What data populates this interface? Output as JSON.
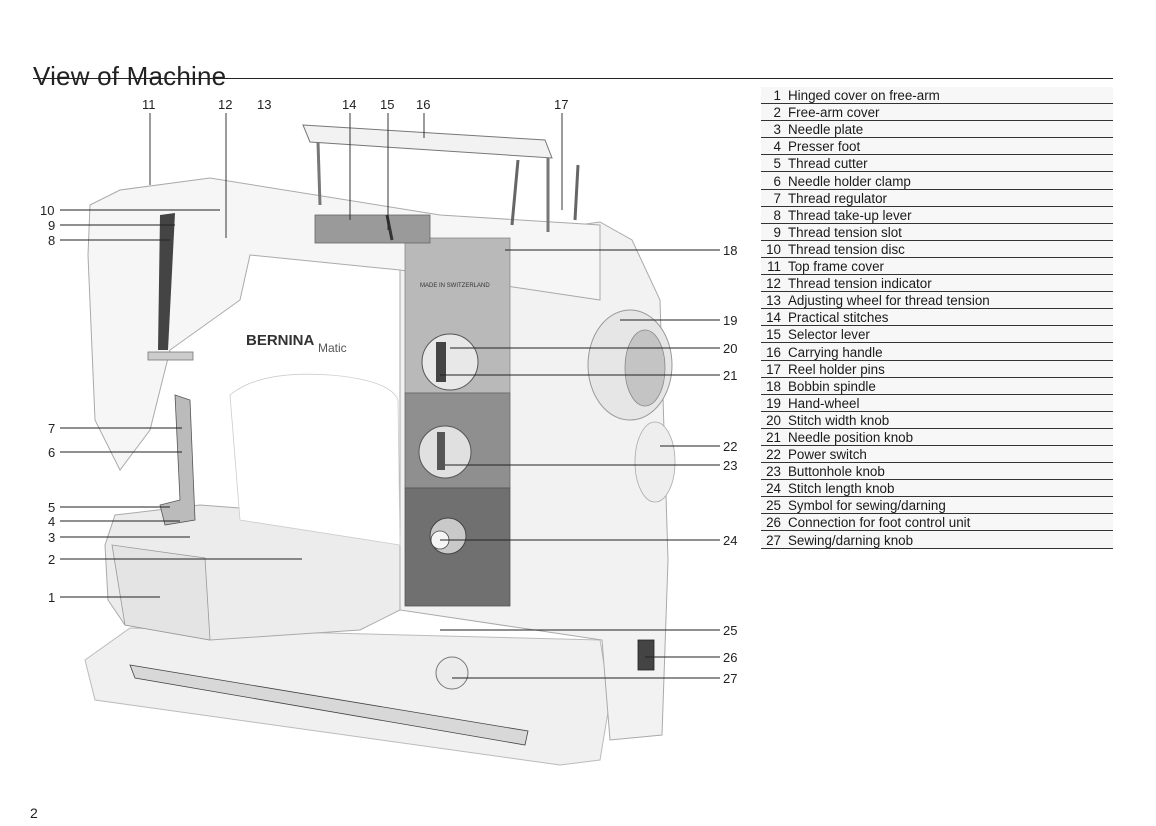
{
  "page": {
    "title": "View of Machine",
    "page_number": "2"
  },
  "illustration": {
    "brand_label": "BERNINA",
    "model_label": "Matic",
    "plate_label": "MADE IN SWITZERLAND",
    "callouts": {
      "n1": "1",
      "n2": "2",
      "n3": "3",
      "n4": "4",
      "n5": "5",
      "n6": "6",
      "n7": "7",
      "n8": "8",
      "n9": "9",
      "n10": "10",
      "n11": "11",
      "n12": "12",
      "n13": "13",
      "n14": "14",
      "n15": "15",
      "n16": "16",
      "n17": "17",
      "n18": "18",
      "n19": "19",
      "n20": "20",
      "n21": "21",
      "n22": "22",
      "n23": "23",
      "n24": "24",
      "n25": "25",
      "n26": "26",
      "n27": "27"
    }
  },
  "parts": [
    {
      "num": "1",
      "name": "Hinged cover on free-arm"
    },
    {
      "num": "2",
      "name": "Free-arm cover"
    },
    {
      "num": "3",
      "name": "Needle plate"
    },
    {
      "num": "4",
      "name": "Presser foot"
    },
    {
      "num": "5",
      "name": "Thread cutter"
    },
    {
      "num": "6",
      "name": "Needle holder clamp"
    },
    {
      "num": "7",
      "name": "Thread regulator"
    },
    {
      "num": "8",
      "name": "Thread take-up lever"
    },
    {
      "num": "9",
      "name": "Thread tension slot"
    },
    {
      "num": "10",
      "name": "Thread tension disc"
    },
    {
      "num": "11",
      "name": "Top frame cover"
    },
    {
      "num": "12",
      "name": "Thread tension indicator"
    },
    {
      "num": "13",
      "name": "Adjusting wheel for thread tension"
    },
    {
      "num": "14",
      "name": "Practical stitches"
    },
    {
      "num": "15",
      "name": "Selector lever"
    },
    {
      "num": "16",
      "name": "Carrying handle"
    },
    {
      "num": "17",
      "name": "Reel holder pins"
    },
    {
      "num": "18",
      "name": "Bobbin spindle"
    },
    {
      "num": "19",
      "name": "Hand-wheel"
    },
    {
      "num": "20",
      "name": "Stitch width knob"
    },
    {
      "num": "21",
      "name": "Needle position knob"
    },
    {
      "num": "22",
      "name": "Power switch"
    },
    {
      "num": "23",
      "name": "Buttonhole knob"
    },
    {
      "num": "24",
      "name": "Stitch length knob"
    },
    {
      "num": "25",
      "name": "Symbol for sewing/darning"
    },
    {
      "num": "26",
      "name": "Connection for foot control unit"
    },
    {
      "num": "27",
      "name": "Sewing/darning knob"
    }
  ]
}
